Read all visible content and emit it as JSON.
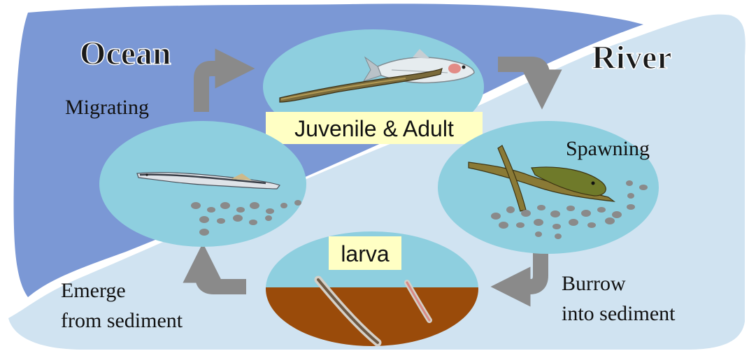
{
  "regions": {
    "ocean_title": "Ocean",
    "river_title": "River"
  },
  "stages": {
    "juvenile_adult": "Juvenile & Adult",
    "spawning": "Spawning",
    "larva": "larva"
  },
  "transitions": {
    "migrating": "Migrating",
    "burrow_line1": "Burrow",
    "burrow_line2": "into sediment",
    "emerge_line1": "Emerge",
    "emerge_line2": "from sediment"
  },
  "colors": {
    "ocean": "#7b98d5",
    "river": "#d0e3f1",
    "stage_pool": "#8ecfdf",
    "sediment": "#9a4b0a",
    "arrow": "#8a8a8a",
    "label_box": "#ffffc4",
    "pebble": "#8a8a8a"
  },
  "icons": {
    "ocean_lamprey": "lamprey-icon",
    "host_fish": "salmon-icon",
    "spawning_pair": "spawning-lamprey-icon",
    "larvae": "ammocoete-icon"
  }
}
